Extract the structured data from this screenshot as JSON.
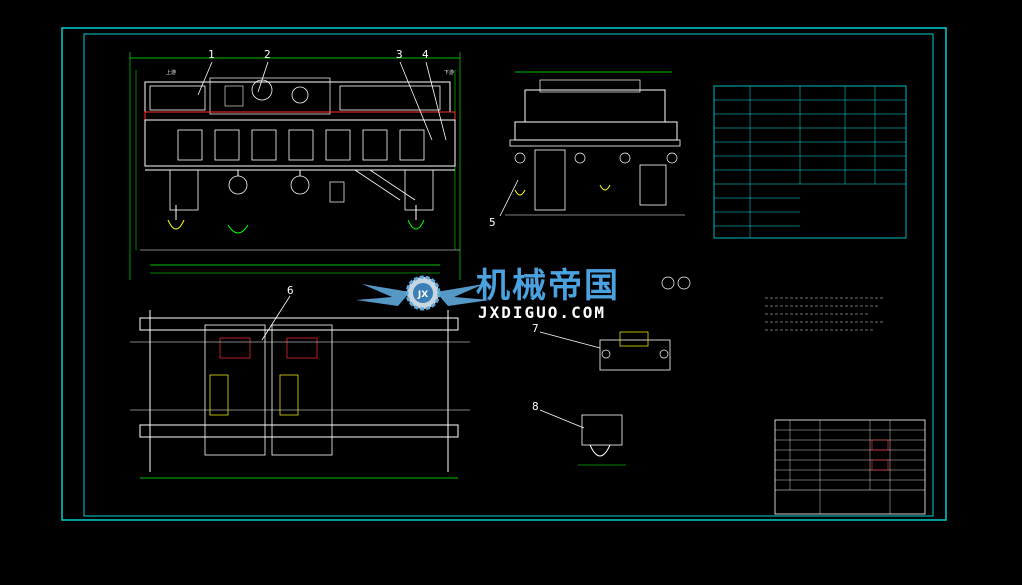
{
  "drawing": {
    "part_numbers": [
      "1",
      "2",
      "3",
      "4",
      "5",
      "6",
      "7",
      "8"
    ],
    "left_label": "上游",
    "right_label": "下游"
  },
  "watermark": {
    "brand_cn": "机械帝国",
    "brand_en": "JXDIGUO.COM",
    "logo_letters": "JX"
  },
  "colors": {
    "background": "#000000",
    "border": "#00d0d0",
    "structure": "#ffffff",
    "dimension": "#00ff00",
    "accent_red": "#ff3030",
    "accent_yellow": "#ffff00",
    "table_cyan": "#00e5e5",
    "watermark_blue": "#4aa3e0"
  }
}
